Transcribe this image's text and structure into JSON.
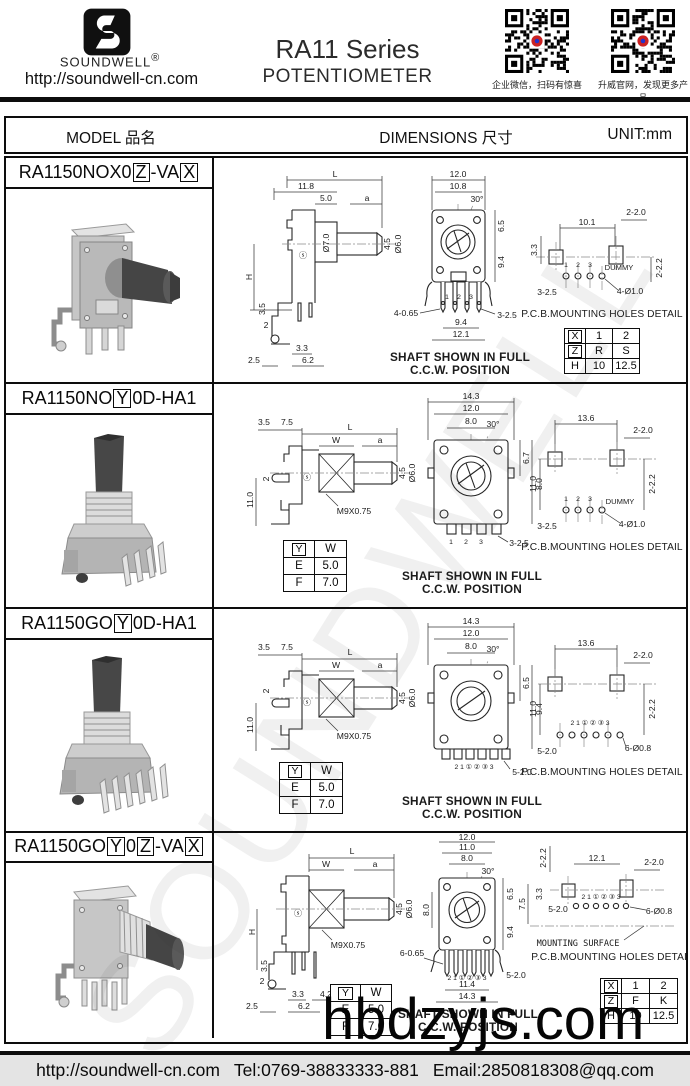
{
  "header": {
    "brand": "SOUNDWELL",
    "reg": "®",
    "url": "http://soundwell-cn.com",
    "title": "RA11 Series",
    "subtitle": "POTENTIOMETER",
    "qr_left_caption": "企业微信，扫码有惊喜",
    "qr_right_caption": "升威官网，发现更多产品"
  },
  "table_header": {
    "model": "MODEL 品名",
    "dimensions": "DIMENSIONS 尺寸",
    "unit": "UNIT:mm"
  },
  "captions": {
    "shaft1": "SHAFT SHOWN IN FULL",
    "shaft2": "C.C.W. POSITION",
    "pcb": "P.C.B.MOUNTING HOLES DETAIL",
    "mounting": "MOUNTING SURFACE"
  },
  "watermarks": {
    "diagonal": "SOUNDWELL",
    "big": "hbdzyjs.com"
  },
  "footer": {
    "url": "http://soundwell-cn.com",
    "tel": "Tel:0769-38833333-881",
    "email": "Email:2850818308@qq.com"
  },
  "rows": [
    {
      "model": {
        "s1": "RA1150NOX0",
        "b1": "Z",
        "s2": "-VA",
        "b2": "X"
      },
      "side": {
        "L": "L",
        "d118": "11.8",
        "d50": "5.0",
        "a": "a",
        "dia70": "Ø7.0",
        "d45": "4.5",
        "dia60": "Ø6.0",
        "H": "H",
        "d35": "3.5",
        "d2": "2",
        "d33": "3.3",
        "d62": "6.2",
        "d25": "2.5"
      },
      "front": {
        "d120": "12.0",
        "d108": "10.8",
        "deg": "30°",
        "d65": "6.5",
        "d94": "9.4",
        "p065": "4-0.65",
        "p25": "3-2.5",
        "b94": "9.4",
        "b121": "12.1",
        "n1": "1",
        "n2": "2",
        "n3": "3"
      },
      "pcb": {
        "t20": "2-2.0",
        "t101": "10.1",
        "l33": "3.3",
        "n1": "1",
        "n2": "2",
        "n3": "3",
        "dummy": "DUMMY",
        "b25": "3-2.5",
        "b10": "4-Ø1.0",
        "r22": "2-2.2"
      },
      "spec": {
        "r1": [
          "X",
          "1",
          "2"
        ],
        "r2": [
          "Z",
          "R",
          "S"
        ],
        "r3": [
          "H",
          "10",
          "12.5"
        ]
      }
    },
    {
      "model": {
        "s1": "RA1150NO",
        "b1": "Y",
        "s2": "0D-HA1"
      },
      "side": {
        "d35": "3.5",
        "d75": "7.5",
        "L": "L",
        "W": "W",
        "a": "a",
        "d45": "4.5",
        "dia60": "Ø6.0",
        "d110": "11.0",
        "d2": "2",
        "thread": "M9X0.75"
      },
      "front": {
        "d143": "14.3",
        "d120": "12.0",
        "deg": "30°",
        "d80": "8.0",
        "d67": "6.7",
        "r80": "8.0",
        "n1": "1",
        "n2": "2",
        "n3": "3",
        "p25": "3-2.5"
      },
      "ycard": {
        "r1": [
          "Y",
          "W"
        ],
        "r2": [
          "E",
          "5.0"
        ],
        "r3": [
          "F",
          "7.0"
        ]
      },
      "pcb": {
        "t136": "13.6",
        "t20": "2-2.0",
        "l110": "11.0",
        "r22": "2-2.2",
        "n1": "1",
        "n2": "2",
        "n3": "3",
        "dummy": "DUMMY",
        "b25": "3-2.5",
        "b10": "4-Ø1.0"
      }
    },
    {
      "model": {
        "s1": "RA1150GO",
        "b1": "Y",
        "s2": "0D-HA1"
      },
      "side": {
        "d35": "3.5",
        "d75": "7.5",
        "L": "L",
        "W": "W",
        "a": "a",
        "d45": "4.5",
        "dia60": "Ø6.0",
        "d110": "11.0",
        "d2": "2",
        "thread": "M9X0.75"
      },
      "front": {
        "d143": "14.3",
        "d120": "12.0",
        "deg": "30°",
        "d80": "8.0",
        "d65": "6.5",
        "d94": "9.4",
        "pins": "2 1 ① ② ③ 3",
        "p20": "5-2.0"
      },
      "ycard": {
        "r1": [
          "Y",
          "W"
        ],
        "r2": [
          "E",
          "5.0"
        ],
        "r3": [
          "F",
          "7.0"
        ]
      },
      "pcb": {
        "t136": "13.6",
        "t20": "2-2.0",
        "l110": "11.0",
        "r22": "2-2.2",
        "pins": "2 1 ① ② ③ 3",
        "b20": "5-2.0",
        "b08": "6-Ø0.8"
      }
    },
    {
      "model": {
        "s1": "RA1150GO",
        "b1": "Y",
        "s2": "0",
        "b2": "Z",
        "s3": "-VA",
        "b3": "X"
      },
      "side": {
        "L": "L",
        "W": "W",
        "a": "a",
        "d45": "4.5",
        "dia60": "Ø6.0",
        "thread": "M9X0.75",
        "H": "H",
        "d35": "3.5",
        "d2": "2",
        "d33": "3.3",
        "d42": "4.2",
        "d25": "2.5",
        "d62": "6.2"
      },
      "front": {
        "d120": "12.0",
        "d110": "11.0",
        "d80": "8.0",
        "deg": "30°",
        "l80": "8.0",
        "d65": "6.5",
        "d94": "9.4",
        "p065": "6-0.65",
        "p20": "5-2.0",
        "b114": "11.4",
        "b143": "14.3",
        "pins": "2 1 ① ② ③ 3"
      },
      "ycard": {
        "r1": [
          "Y",
          "W"
        ],
        "r2": [
          "E",
          "5.0"
        ],
        "r3": [
          "F",
          "7.0"
        ]
      },
      "pcb": {
        "r22": "2-2.2",
        "t121": "12.1",
        "t20": "2-2.0",
        "l33": "3.3",
        "l75": "7.5",
        "b20": "5-2.0",
        "b08": "6-Ø0.8",
        "pins": "2 1 ① ② ③ 3"
      },
      "spec": {
        "r1": [
          "X",
          "1",
          "2"
        ],
        "r2": [
          "Z",
          "F",
          "K"
        ],
        "r3": [
          "H",
          "10",
          "12.5"
        ]
      }
    }
  ]
}
